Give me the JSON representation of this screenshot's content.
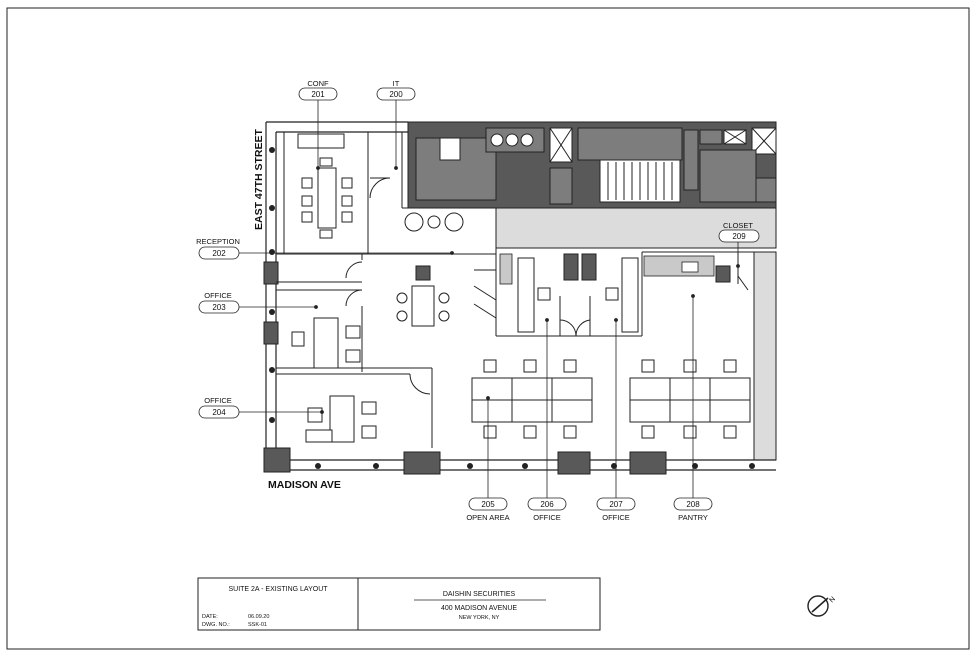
{
  "plan": {
    "streets": {
      "east": "EAST 47TH STREET",
      "south": "MADISON AVE"
    },
    "rooms": [
      {
        "id": "conf",
        "label": "CONF",
        "number": "201"
      },
      {
        "id": "it",
        "label": "IT",
        "number": "200"
      },
      {
        "id": "reception",
        "label": "RECEPTION",
        "number": "202"
      },
      {
        "id": "closet",
        "label": "CLOSET",
        "number": "209"
      },
      {
        "id": "office203",
        "label": "OFFICE",
        "number": "203"
      },
      {
        "id": "office204",
        "label": "OFFICE",
        "number": "204"
      },
      {
        "id": "open205",
        "label": "OPEN AREA",
        "number": "205"
      },
      {
        "id": "office206",
        "label": "OFFICE",
        "number": "206"
      },
      {
        "id": "office207",
        "label": "OFFICE",
        "number": "207"
      },
      {
        "id": "pantry208",
        "label": "PANTRY",
        "number": "208"
      }
    ],
    "north_arrow": "N"
  },
  "title_block": {
    "sheet_title": "SUITE 2A - EXISTING LAYOUT",
    "date_label": "DATE:",
    "date_value": "06.09.20",
    "dwg_label": "DWG. NO.:",
    "dwg_value": "SSK-01",
    "client": "DAISHIN SECURITIES",
    "address": "400 MADISON AVENUE",
    "city": "NEW YORK, NY"
  }
}
